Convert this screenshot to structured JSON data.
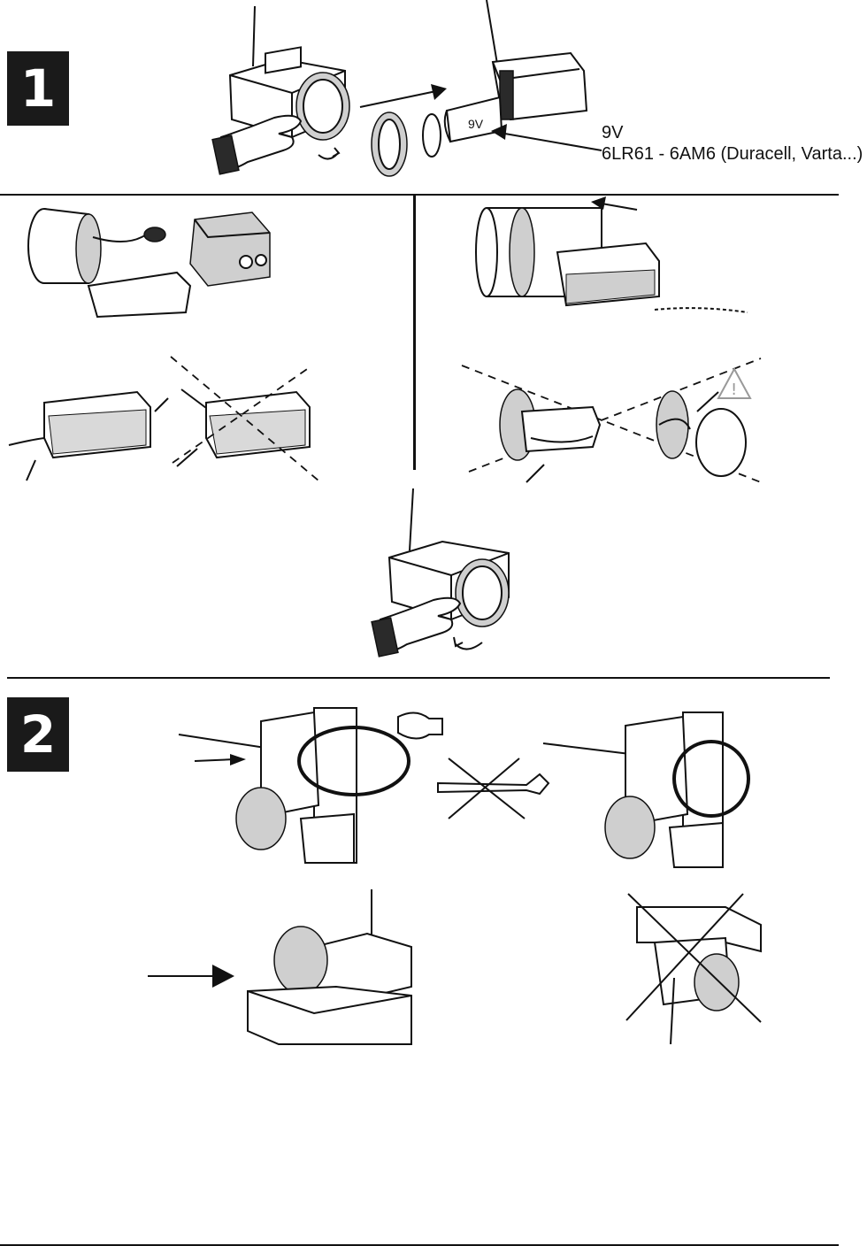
{
  "step1": {
    "badge": "1",
    "battery": {
      "voltage": "9V",
      "types": "6LR61 - 6AM6 (Duracell, Varta...)",
      "cell_label": "9V"
    }
  },
  "step2": {
    "badge": "2"
  }
}
